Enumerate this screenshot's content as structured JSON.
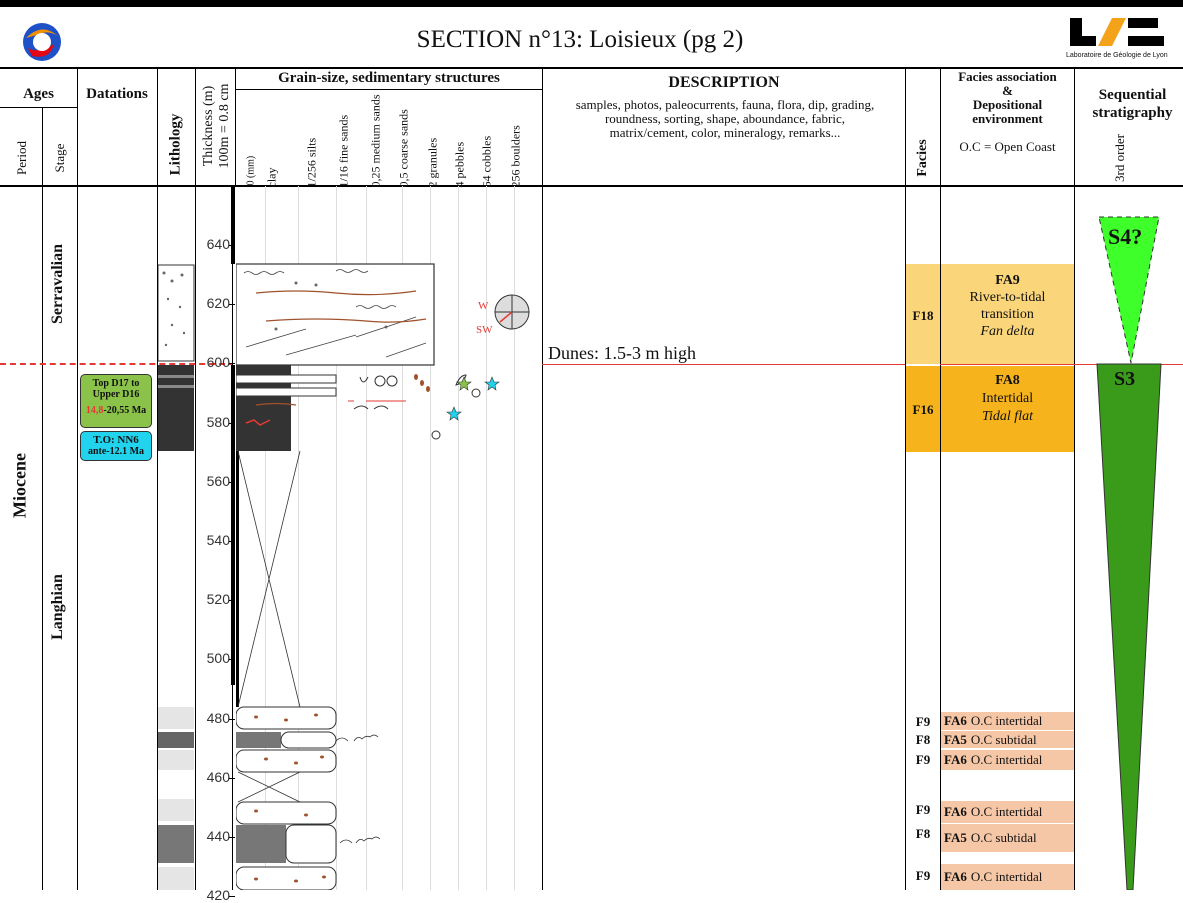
{
  "title": "SECTION n°13: Loisieux (pg 2)",
  "logo_caption": "Laboratoire de Géologie de Lyon",
  "colors": {
    "header_bar": "#000000",
    "fa9_fill": "#fbd57a",
    "fa8_fill": "#f7b31c",
    "small_fa_fill": "#f6c7a6",
    "s4_fill": "#3fff2a",
    "s3_fill": "#3a9a1a",
    "dating_green": "#8bc34a",
    "dating_cyan": "#22d3ee",
    "red_line": "#e53935"
  },
  "headers": {
    "ages": "Ages",
    "period": "Period",
    "stage": "Stage",
    "datations": "Datations",
    "lithology": "Lithology",
    "thickness": "Thickness (m)",
    "thickness_scale": "100m = 0.8 cm",
    "grain_size": "Grain-size, sedimentary structures",
    "grain_labels": [
      "0 (mm)",
      "clay",
      "1/256 silts",
      "1/16 fine sands",
      "0,25 medium sands",
      "0,5 coarse sands",
      "2 granules",
      "4 pebbles",
      "64 cobbles",
      "256 boulders"
    ],
    "description_title": "DESCRIPTION",
    "description_body": "samples, photos, paleocurrents, fauna, flora, dip, grading, roundness, sorting, shape, aboundance, fabric, matrix/cement, color, mineralogy, remarks...",
    "facies": "Facies",
    "facies_assoc_1": "Facies association",
    "facies_assoc_2": "&",
    "facies_assoc_3": "Depositional",
    "facies_assoc_4": "environment",
    "facies_assoc_5": "O.C = Open Coast",
    "seq_1": "Sequential",
    "seq_2": "stratigraphy",
    "seq_order": "3rd order"
  },
  "ages": {
    "period": "Miocene",
    "stage_upper": "Serravalian",
    "stage_lower": "Langhian"
  },
  "datations": {
    "box1_line1": "Top D17 to",
    "box1_line2": "Upper D16",
    "box1_red": "14,8",
    "box1_rest": "-20,55 Ma",
    "box2_line1": "T.O: NN6",
    "box2_line2": "ante-12.1 Ma"
  },
  "thickness_ticks": [
    "640",
    "620",
    "600",
    "580",
    "560",
    "540",
    "520",
    "500",
    "480",
    "460",
    "440",
    "420"
  ],
  "paleocurrent": {
    "w": "W",
    "sw": "SW"
  },
  "description_note": "Dunes: 1.5-3 m high",
  "facies_entries": [
    {
      "code": "F18"
    },
    {
      "code": "F16"
    },
    {
      "code": "F9"
    },
    {
      "code": "F8"
    },
    {
      "code": "F9"
    },
    {
      "code": "F9"
    },
    {
      "code": "F8"
    },
    {
      "code": "F9"
    }
  ],
  "fa9": {
    "code": "FA9",
    "line1": "River-to-tidal",
    "line2": "transition",
    "env": "Fan delta"
  },
  "fa8": {
    "code": "FA8",
    "line1": "Intertidal",
    "env": "Tidal flat"
  },
  "small_fa": [
    {
      "code": "FA6",
      "text": "O.C intertidal"
    },
    {
      "code": "FA5",
      "text": "O.C subtidal"
    },
    {
      "code": "FA6",
      "text": "O.C intertidal"
    },
    {
      "code": "FA6",
      "text": "O.C intertidal"
    },
    {
      "code": "FA5",
      "text": "O.C subtidal"
    },
    {
      "code": "FA6",
      "text": "O.C intertidal"
    }
  ],
  "sequences": {
    "upper": "S4?",
    "lower": "S3"
  }
}
